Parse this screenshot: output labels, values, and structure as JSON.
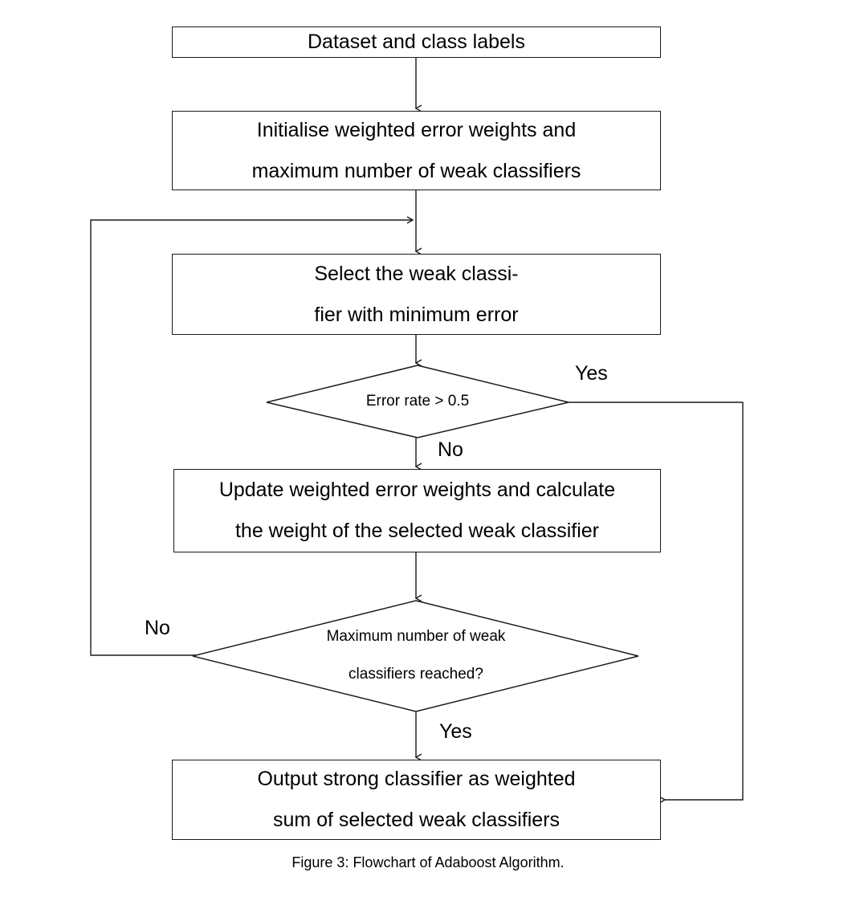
{
  "figure": {
    "caption": "Figure 3: Flowchart of Adaboost Algorithm.",
    "title": "Flowchart of Adaboost Algorithm",
    "background_color": "#ffffff",
    "line_color": "#1a1a1a",
    "text_color": "#000000"
  },
  "nodes": {
    "start": {
      "type": "process",
      "line1": "Dataset and class labels"
    },
    "initialise": {
      "type": "process",
      "line1": "Initialise weighted error weights and",
      "line2": "maximum number of weak classifiers"
    },
    "select_weak": {
      "type": "process",
      "line1": "Select the weak classi-",
      "line2": "fier with minimum error"
    },
    "error_rate_decision": {
      "type": "decision",
      "line1": "Error rate > 0.5"
    },
    "update_weights": {
      "type": "process",
      "line1": "Update weighted error weights and calculate",
      "line2": "the weight of the selected weak classifier"
    },
    "max_classifiers_decision": {
      "type": "decision",
      "line1": "Maximum number of weak",
      "line2": "classifiers reached?"
    },
    "output": {
      "type": "process",
      "line1": "Output strong classifier as weighted",
      "line2": "sum of selected weak classifiers"
    }
  },
  "edge_labels": {
    "error_rate_yes": "Yes",
    "error_rate_no": "No",
    "max_classifiers_no": "No",
    "max_classifiers_yes": "Yes"
  }
}
